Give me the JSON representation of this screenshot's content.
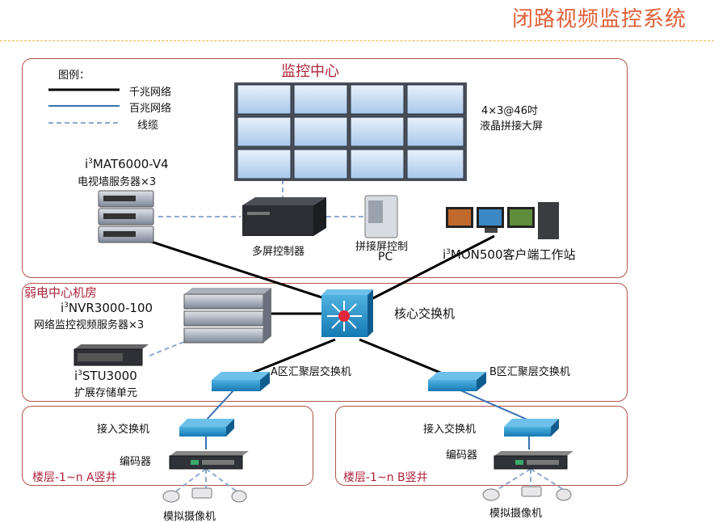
{
  "page_title": "闭路视频监控系统",
  "legend": {
    "heading": "图例：",
    "items": [
      {
        "label": "千兆网络",
        "color": "#000000"
      },
      {
        "label": "百兆网络",
        "color": "#3a6fb0"
      },
      {
        "label": "线缆",
        "color": "#8fa8d0"
      }
    ]
  },
  "zones": {
    "monitor_center": "监控中心",
    "weak_room": "弱电中心机房",
    "floor_a": "楼层-1~n A竖井",
    "floor_b": "楼层-1~n B竖井"
  },
  "devices": {
    "videowall_spec": "4×3@46吋",
    "videowall_name": "液晶拼接大屏",
    "mat_model_prefix": "i",
    "mat_model_sup": "3",
    "mat_model_rest": "MAT6000-V4",
    "mat_desc": "电视墙服务器×3",
    "multi_screen": "多屏控制器",
    "splice_pc_line1": "拼接屏控制",
    "splice_pc_line2": "PC",
    "mon_prefix": "i",
    "mon_sup": "3",
    "mon_rest": "MON500客户端工作站",
    "core_switch": "核心交换机",
    "nvr_prefix": "i",
    "nvr_sup": "3",
    "nvr_rest": "NVR3000-100",
    "nvr_desc": "网络监控视频服务器×3",
    "stu_prefix": "i",
    "stu_sup": "3",
    "stu_rest": "STU3000",
    "stu_desc": "扩展存储单元",
    "agg_a": "A区汇聚层交换机",
    "agg_b": "B区汇聚层交换机",
    "access_a": "接入交换机",
    "access_b": "接入交换机",
    "encoder_a": "编码器",
    "encoder_b": "编码器",
    "camera_a": "模拟摄像机",
    "camera_b": "模拟摄像机"
  }
}
